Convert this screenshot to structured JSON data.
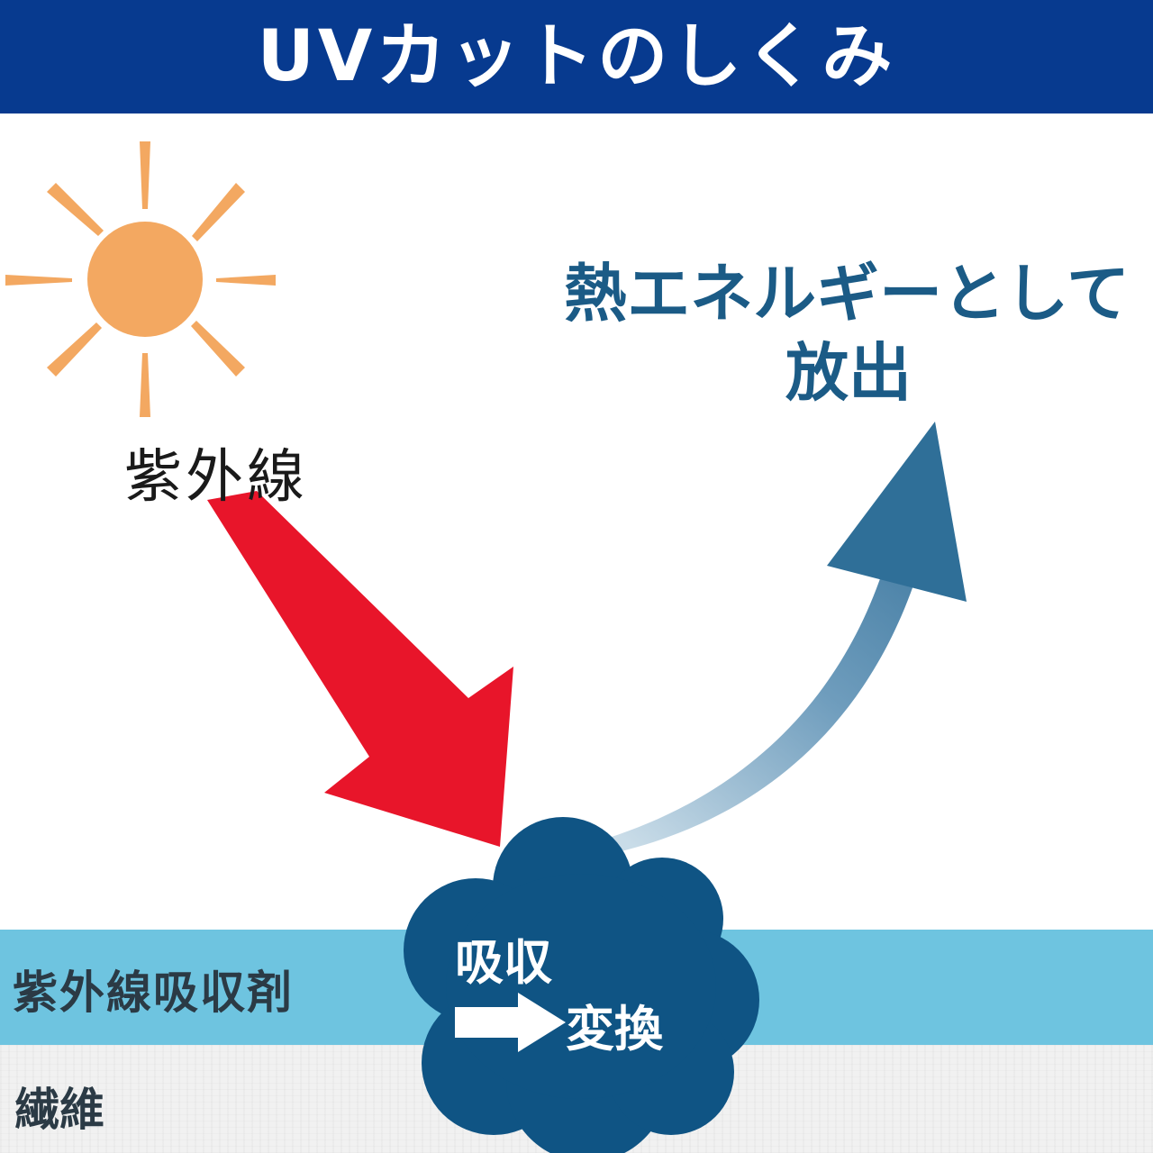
{
  "title": "UVカットのしくみ",
  "labels": {
    "uv": "紫外線",
    "heat_line1": "熱エネルギーとして",
    "heat_line2": "放出",
    "absorber": "紫外線吸収剤",
    "fiber": "繊維",
    "process_line1": "吸収",
    "process_line2": "変換"
  },
  "colors": {
    "header": "#073a8f",
    "sun": "#f3a861",
    "uv_arrow": "#e8152a",
    "heat_arrow": "#2f6f98",
    "cloud": "#0f5484",
    "absorber_band": "#6ec4e0",
    "fiber_band": "#f1f1f1",
    "heat_text": "#1b5b86"
  },
  "icons": [
    "sun-icon",
    "uv-arrow-icon",
    "heat-arrow-icon",
    "cloud-icon",
    "convert-arrow-icon"
  ]
}
